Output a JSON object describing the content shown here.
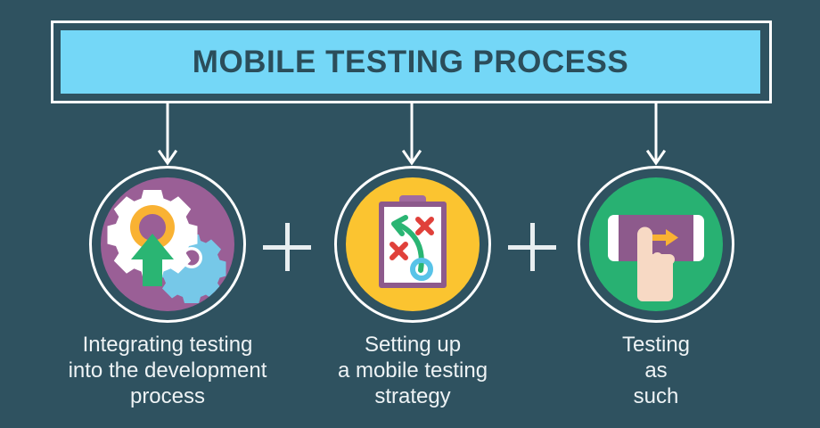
{
  "colors": {
    "background": "#2f5260",
    "banner_fill": "#74d7f7",
    "banner_text": "#2b4d5a",
    "border_white": "#ffffff",
    "caption_text": "#eef3f5",
    "step1_circle": "#9a5f96",
    "step2_circle": "#fbc430",
    "step3_circle": "#28b172",
    "accent_green": "#2ab573",
    "accent_yellow": "#f9b233",
    "accent_red": "#e0403a",
    "accent_blue": "#58c3e8",
    "accent_purple": "#8d5a8c",
    "skin": "#f7d9c4"
  },
  "banner": {
    "title": "MOBILE TESTING PROCESS"
  },
  "separators": [
    {
      "symbol": "+",
      "name": "plus-separator-1"
    },
    {
      "symbol": "+",
      "name": "plus-separator-2"
    }
  ],
  "steps": [
    {
      "id": "step-1",
      "circle_color": "#9a5f96",
      "icon": "gears-upward-arrow-icon",
      "caption_lines": [
        "Integrating testing",
        "into the development",
        "process"
      ]
    },
    {
      "id": "step-2",
      "circle_color": "#fbc430",
      "icon": "clipboard-strategy-icon",
      "caption_lines": [
        "Setting up",
        "a mobile testing",
        "strategy"
      ]
    },
    {
      "id": "step-3",
      "circle_color": "#28b172",
      "icon": "tablet-hand-tap-icon",
      "caption_lines": [
        "Testing",
        "as",
        "such"
      ]
    }
  ]
}
